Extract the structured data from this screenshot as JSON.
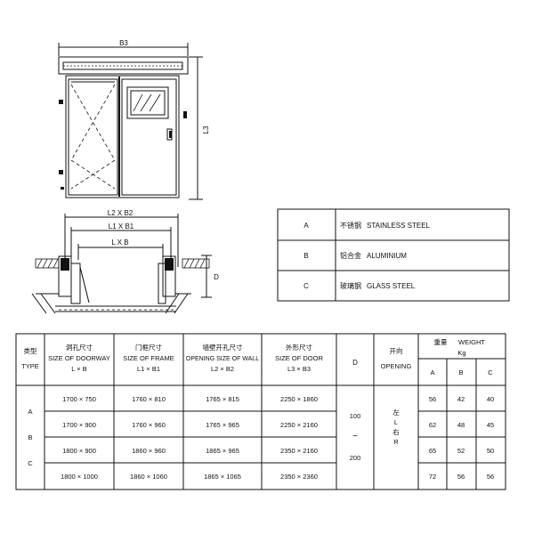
{
  "elevation": {
    "width_label": "B3",
    "height_label": "L3"
  },
  "plan": {
    "dim_outer": "L2 X B2",
    "dim_frame": "L1 X B1",
    "dim_door": "L X B",
    "dim_side": "D"
  },
  "legend": [
    {
      "code": "A",
      "cn": "不锈钢",
      "en": "STAINLESS STEEL"
    },
    {
      "code": "B",
      "cn": "铝合金",
      "en": "ALUMINIUM"
    },
    {
      "code": "C",
      "cn": "玻璃钢",
      "en": "GLASS STEEL"
    }
  ],
  "table": {
    "headers": {
      "type": {
        "cn": "类型",
        "en": "TYPE"
      },
      "doorway": {
        "cn": "洞孔尺寸",
        "en": "SIZE OF DOORWAY",
        "sym": "L × B"
      },
      "frame": {
        "cn": "门框尺寸",
        "en": "SIZE OF FRAME",
        "sym": "L1 × B1"
      },
      "wall": {
        "cn": "墙壁开孔尺寸",
        "en": "OPENING SIZE OF WALL",
        "sym": "L2 × B2"
      },
      "door": {
        "cn": "外形尺寸",
        "en": "SIZE OF DOOR",
        "sym": "L3 × B3"
      },
      "d": "D",
      "opening": {
        "cn": "开向",
        "en": "OPENING"
      },
      "weight": {
        "cn": "重量",
        "en": "WEIGHT",
        "unit": "Kg",
        "cols": [
          "A",
          "B",
          "C"
        ]
      }
    },
    "types": [
      "A",
      "B",
      "C"
    ],
    "rows": [
      {
        "doorway": "1700 × 750",
        "frame": "1760 × 810",
        "wall": "1765 × 815",
        "door": "2250 × 1860",
        "w": [
          "56",
          "42",
          "40"
        ]
      },
      {
        "doorway": "1700 × 900",
        "frame": "1760 × 960",
        "wall": "1765 × 965",
        "door": "2250 × 2160",
        "w": [
          "62",
          "48",
          "45"
        ]
      },
      {
        "doorway": "1800 × 900",
        "frame": "1860 × 960",
        "wall": "1865 × 965",
        "door": "2350 × 2160",
        "w": [
          "65",
          "52",
          "50"
        ]
      },
      {
        "doorway": "1800 × 1000",
        "frame": "1860 × 1060",
        "wall": "1865 × 1065",
        "door": "2350 × 2360",
        "w": [
          "72",
          "56",
          "56"
        ]
      }
    ],
    "d_range": {
      "from": "100",
      "sep": "~",
      "to": "200"
    },
    "opening_text": {
      "left_cn": "左",
      "left": "L",
      "right_cn": "右",
      "right": "R"
    }
  }
}
